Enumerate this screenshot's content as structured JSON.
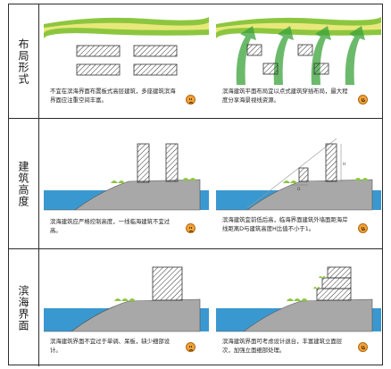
{
  "rows": [
    {
      "label": "布局形式",
      "left_caption": "不宜在滨海界面布置板式高层建筑，多座建筑滨海界面应注重空间丰富。",
      "right_caption": "滨海建筑平面布局宜以点式建筑穿插布局，最大程度分享海景视线资源。",
      "left_face": "sad",
      "right_face": "happy"
    },
    {
      "label": "建筑高度",
      "left_caption": "滨海建筑应严格控制高度，一线临海建筑不宜过高。",
      "right_caption": "滨海建筑宜前低后高，临海界面建筑外墙面距海岸线距离D与建筑高度H比值不小于1。",
      "left_face": "sad",
      "right_face": "happy",
      "dim_h": "H",
      "dim_d": "D"
    },
    {
      "label": "滨海界面",
      "left_caption": "滨海建筑界面不宜过于单调、呆板，缺少细部设计。",
      "right_caption": "滨海建筑界面可考虑设计退台，丰富建筑立面层次，加强立面细部处理。",
      "left_face": "sad",
      "right_face": "happy"
    }
  ],
  "colors": {
    "sea": "#3a98d0",
    "land": "#a8a8a8",
    "grass": "#8cc63f",
    "river": "#e8e87a",
    "arrow": "#3aa33a",
    "face": "#f0a23a"
  }
}
